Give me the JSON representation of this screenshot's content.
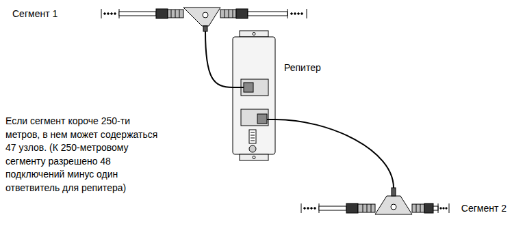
{
  "diagram": {
    "nodes": [
      {
        "text": [
          "Сегмент 1"
        ]
      },
      {
        "text": [
          "Репитер"
        ]
      },
      {
        "text": [
          "Сегмент 2"
        ]
      }
    ],
    "edges": [
      {
        "from": 0,
        "to": 1,
        "arrow": "none"
      },
      {
        "from": 1,
        "to": 2,
        "arrow": "none"
      }
    ],
    "labels": [
      "Если сегмент короче 250-ти метров, в нем может содержаться 47 узлов. (К 250-метровому сегменту разрешено 48 подключений минус один ответвитель для репитера)"
    ]
  }
}
